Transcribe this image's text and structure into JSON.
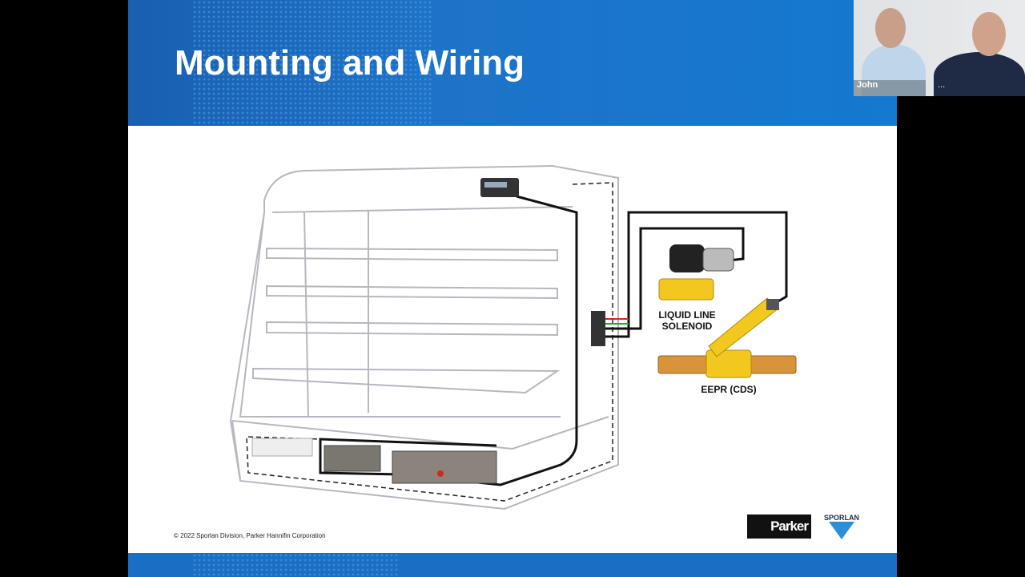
{
  "slide": {
    "title": "Mounting and Wiring",
    "labels": {
      "solenoid_line1": "LIQUID LINE",
      "solenoid_line2": "SOLENOID",
      "eepr": "EEPR (CDS)"
    },
    "copyright": "© 2022 Sporlan Division, Parker Hannifin Corporation",
    "logos": {
      "parker": "Parker",
      "sporlan": "SPORLAN"
    }
  },
  "video": {
    "participant_name": "John",
    "more_label": "..."
  },
  "colors": {
    "header_blue": "#1e73c8",
    "valve_yellow": "#f2c81e",
    "pipe_copper": "#d9933a"
  }
}
